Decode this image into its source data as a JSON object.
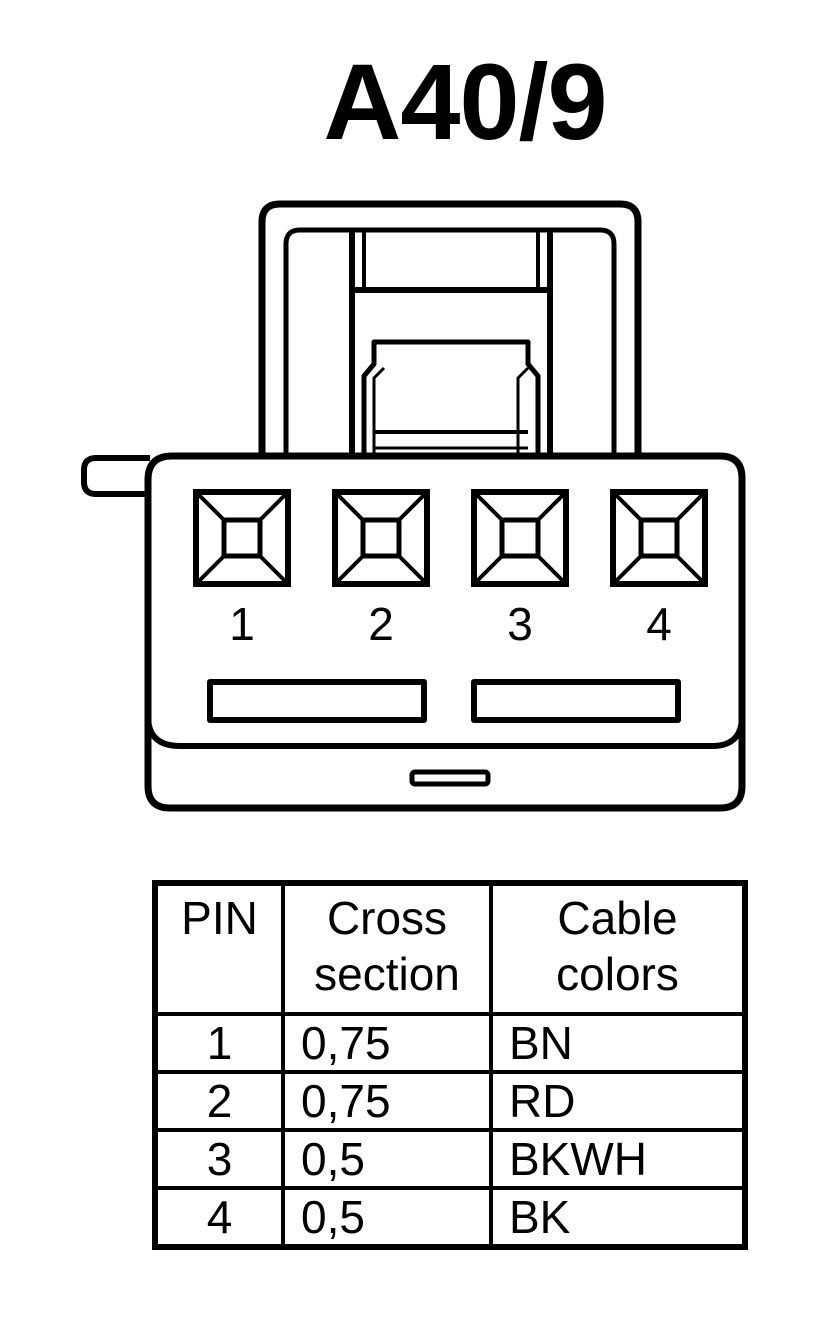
{
  "title": "A40/9",
  "connector": {
    "pins": [
      {
        "label": "1"
      },
      {
        "label": "2"
      },
      {
        "label": "3"
      },
      {
        "label": "4"
      }
    ]
  },
  "table": {
    "headers": [
      [
        "PIN"
      ],
      [
        "Cross",
        "section"
      ],
      [
        "Cable",
        "colors"
      ]
    ],
    "rows": [
      {
        "pin": "1",
        "cross_section": "0,75",
        "color": "BN"
      },
      {
        "pin": "2",
        "cross_section": "0,75",
        "color": "RD"
      },
      {
        "pin": "3",
        "cross_section": "0,5",
        "color": "BKWH"
      },
      {
        "pin": "4",
        "cross_section": "0,5",
        "color": "BK"
      }
    ]
  }
}
